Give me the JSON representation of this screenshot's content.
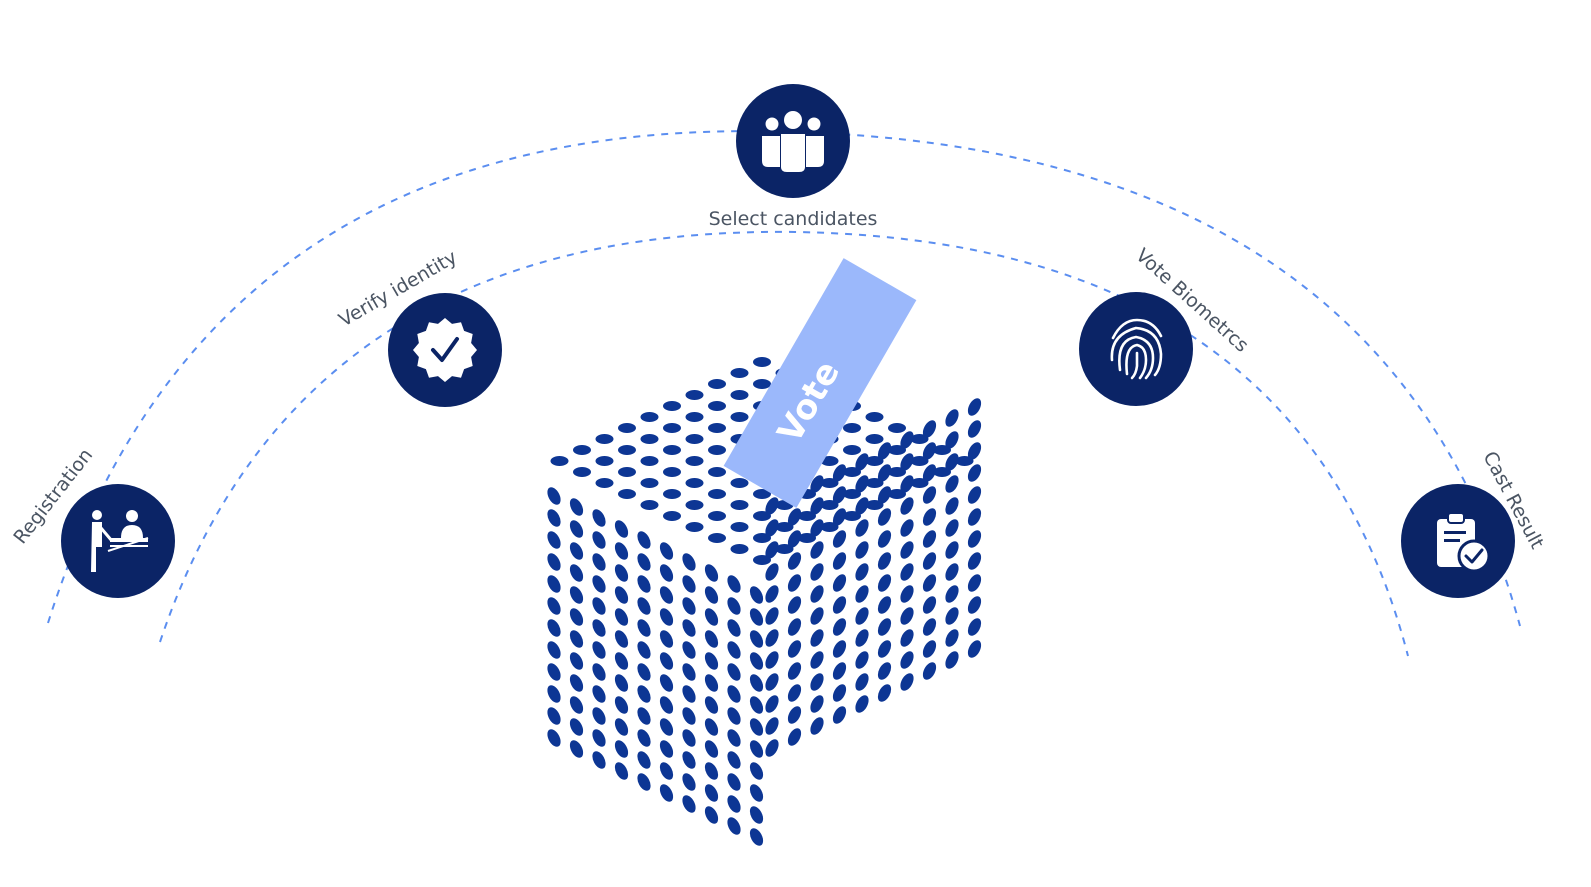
{
  "colors": {
    "node": "#0b2466",
    "dot": "#0d3694",
    "arc": "#5b8ef0",
    "ballot": "#9bb8fb",
    "ballot_text": "#ffffff",
    "label": "#4b5563"
  },
  "steps": [
    {
      "id": "registration",
      "label": "Registration",
      "icon": "registration-desk-icon"
    },
    {
      "id": "verify",
      "label": "Verify identity",
      "icon": "verified-badge-icon"
    },
    {
      "id": "select",
      "label": "Select candidates",
      "icon": "people-group-icon"
    },
    {
      "id": "biometrics",
      "label": "Vote Biometrcs",
      "icon": "fingerprint-icon"
    },
    {
      "id": "cast",
      "label": "Cast Result",
      "icon": "clipboard-check-icon"
    }
  ],
  "ballot": {
    "label": "Vote"
  }
}
